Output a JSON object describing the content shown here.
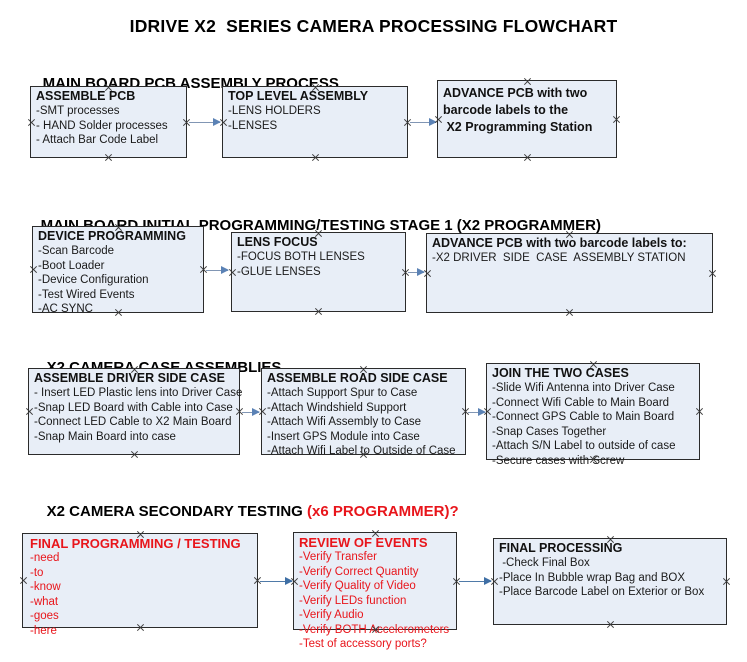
{
  "document": {
    "title": "IDRIVE X2  SERIES CAMERA PROCESSING FLOWCHART"
  },
  "sections": [
    {
      "id": "main-board-pcb-assembly",
      "heading": "MAIN BOARD PCB ASSEMBLY PROCESS",
      "heading_red": "",
      "nodes": [
        {
          "id": "assemble-pcb",
          "title": "ASSEMBLE PCB",
          "lines": [
            "-SMT processes",
            "- HAND Solder processes",
            "- Attach Bar Code Label"
          ]
        },
        {
          "id": "top-level-assembly",
          "title": "TOP LEVEL ASSEMBLY",
          "lines": [
            "-LENS HOLDERS",
            "-LENSES"
          ]
        },
        {
          "id": "advance-pcb-to-x2-programming-station",
          "title": "ADVANCE PCB with two\nbarcode labels to the\n X2 Programming Station",
          "lines": []
        }
      ]
    },
    {
      "id": "main-board-initial-programming",
      "heading": "MAIN BOARD INITIAL PROGRAMMING/TESTING STAGE 1 (X2 PROGRAMMER)",
      "heading_red": "",
      "nodes": [
        {
          "id": "device-programming",
          "title": "DEVICE PROGRAMMING",
          "lines": [
            "-Scan Barcode",
            "-Boot Loader",
            "-Device Configuration",
            "-Test Wired Events",
            "-AC SYNC"
          ]
        },
        {
          "id": "lens-focus",
          "title": "LENS FOCUS",
          "lines": [
            "-FOCUS BOTH LENSES",
            "-GLUE LENSES"
          ]
        },
        {
          "id": "advance-pcb-to-driver-side-case-station",
          "title": "ADVANCE PCB with two barcode labels to:",
          "lines": [
            "-X2 DRIVER  SIDE  CASE  ASSEMBLY STATION"
          ]
        }
      ]
    },
    {
      "id": "x2-camera-case-assemblies",
      "heading": "X2 CAMERA CASE ASSEMBLIES",
      "heading_red": "",
      "nodes": [
        {
          "id": "assemble-driver-side-case",
          "title": "ASSEMBLE DRIVER SIDE CASE",
          "lines": [
            "- Insert LED Plastic lens into Driver Case",
            "-Snap LED Board with Cable into Case",
            "-Connect LED Cable to X2 Main Board",
            "-Snap Main Board into case"
          ]
        },
        {
          "id": "assemble-road-side-case",
          "title": "ASSEMBLE ROAD SIDE CASE",
          "lines": [
            "-Attach Support Spur to Case",
            "-Attach Windshield Support",
            "-Attach Wifi Assembly to Case",
            "-Insert GPS Module into Case",
            "-Attach Wifi Label to Outside of Case"
          ]
        },
        {
          "id": "join-the-two-cases",
          "title": "JOIN THE TWO CASES",
          "lines": [
            "-Slide Wifi Antenna into Driver Case",
            "-Connect Wifi Cable to Main Board",
            "-Connect GPS Cable to Main Board",
            "-Snap Cases Together",
            "-Attach S/N Label to outside of case",
            "-Secure cases with Screw"
          ]
        }
      ]
    },
    {
      "id": "x2-camera-secondary-testing",
      "heading": "X2 CAMERA SECONDARY TESTING ",
      "heading_red": "(x6 PROGRAMMER)?",
      "nodes": [
        {
          "id": "final-programming-testing",
          "title": "FINAL PROGRAMMING / TESTING",
          "lines": [
            "-need",
            "-to",
            "-know",
            "-what",
            "-goes",
            "-here"
          ]
        },
        {
          "id": "review-of-events",
          "title": "REVIEW OF EVENTS",
          "lines": [
            "-Verify Transfer",
            "-Verify Correct Quantity",
            "-Verify Quality of Video",
            "-Verify LEDs function",
            "-Verify Audio",
            "-Verify BOTH Accelerometers"
          ],
          "overflow_line": "-Test of accessory ports?"
        },
        {
          "id": "final-processing",
          "title": "FINAL PROCESSING",
          "lines": [
            " -Check Final Box",
            "-Place In Bubble wrap Bag and BOX",
            "-Place Barcode Label on Exterior or Box"
          ]
        }
      ]
    }
  ],
  "colors": {
    "node_fill": "#e8eef7",
    "node_border": "#2b2b2b",
    "arrow": "#5b82b5",
    "red_text": "#e8151b",
    "black_text": "#000000"
  }
}
